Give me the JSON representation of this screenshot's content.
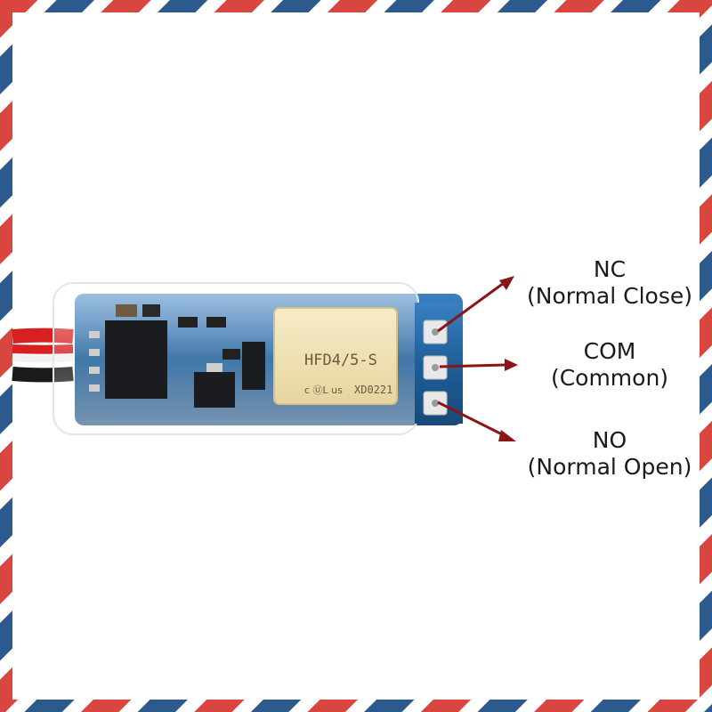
{
  "relay_label": "HFD4/5-S",
  "relay_code": "XD0221",
  "relay_marks": "c ⓊL us",
  "pins": {
    "nc": {
      "name": "NC",
      "desc": "(Normal Close)"
    },
    "com": {
      "name": "COM",
      "desc": "(Common)"
    },
    "no": {
      "name": "NO",
      "desc": "(Normal Open)"
    }
  },
  "colors": {
    "stripe_red": "#d9453f",
    "stripe_blue": "#2c5a8c",
    "pcb_blue": "#1f5f99",
    "arrow": "#8b1414",
    "relay_body": "#efe3b8",
    "wire_red": "#d82020"
  }
}
